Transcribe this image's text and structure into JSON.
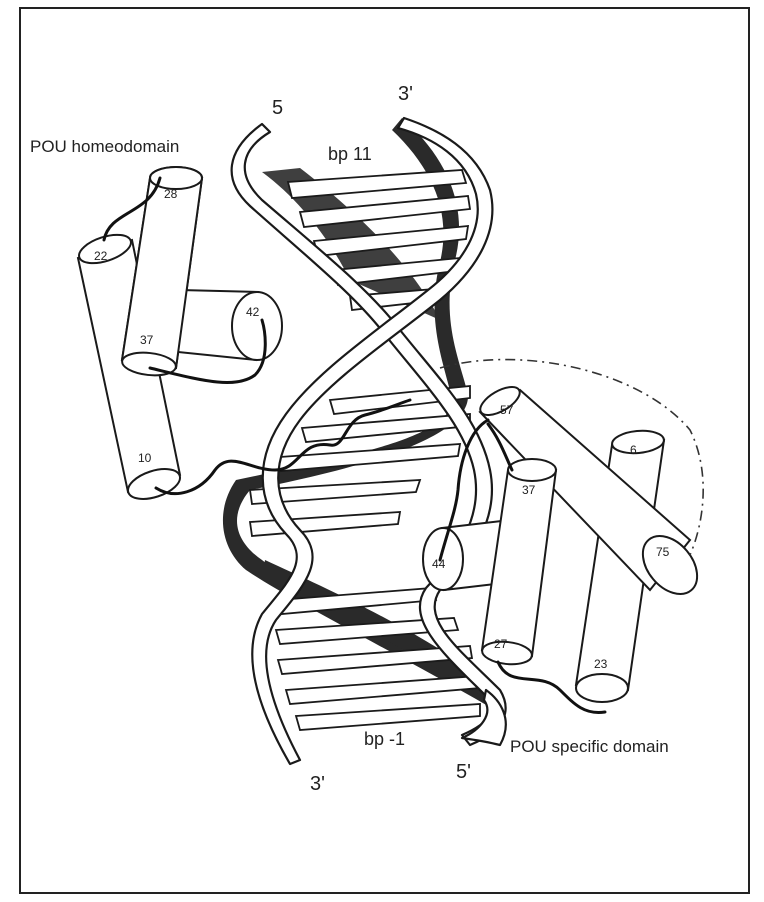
{
  "labels": {
    "homeodomain": "POU homeodomain",
    "specific_domain": "POU specific domain",
    "bp_top": "bp 11",
    "bp_bottom": "bp -1",
    "top_left_end": "5",
    "top_right_end": "3'",
    "bottom_left_end": "3'",
    "bottom_right_end": "5'"
  },
  "homeodomain_residues": {
    "h1_top": "22",
    "h1_bottom": "10",
    "h2_top": "28",
    "h2_bottom": "37",
    "h3_end": "42"
  },
  "specific_residues": {
    "h1_top": "57",
    "h1_end": "75",
    "h2_top": "37",
    "h2_bottom": "27",
    "h3_end": "44",
    "h4_top": "6",
    "h4_bottom": "23"
  },
  "colors": {
    "line": "#1a1a1a",
    "groove": "#2a2a2a",
    "background": "#ffffff"
  }
}
